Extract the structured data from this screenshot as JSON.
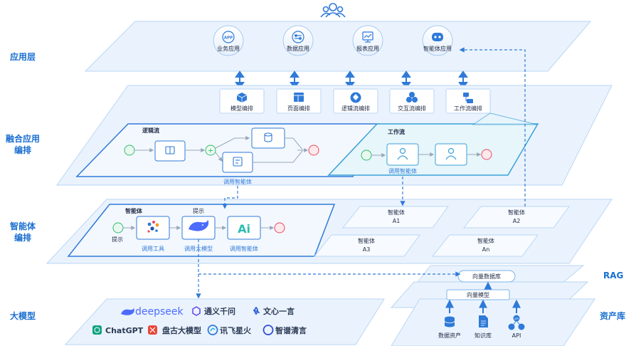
{
  "layers": {
    "app": "应用层",
    "fusion_line1": "融合应用",
    "fusion_line2": "编排",
    "agent_line1": "智能体",
    "agent_line2": "编排",
    "llm": "大模型",
    "rag": "RAG",
    "assets": "资产库"
  },
  "apps": [
    "业务应用",
    "数据应用",
    "报表应用",
    "智能体应用"
  ],
  "app_badge": "APP",
  "orchestration": [
    "模型编排",
    "页面编排",
    "逻辑流编排",
    "交互流编排",
    "工作流编排"
  ],
  "logic_flow": {
    "title": "逻辑流",
    "call_label": "调用智能体"
  },
  "work_flow": {
    "title": "工作流",
    "call_label": "调用智能体"
  },
  "agent_panel": {
    "title": "智能体",
    "prompt_top": "提示",
    "prompt_left": "提示",
    "steps": [
      "调用工具",
      "调用大模型",
      "调用智能体"
    ]
  },
  "agents": [
    {
      "name": "智能体",
      "id": "A1"
    },
    {
      "name": "智能体",
      "id": "A2"
    },
    {
      "name": "智能体",
      "id": "A3"
    },
    {
      "name": "智能体",
      "id": "An"
    }
  ],
  "llms": [
    "deepseek",
    "通义千问",
    "文心一言",
    "ChatGPT",
    "盘古大模型",
    "讯飞星火",
    "智谱清言"
  ],
  "rag": {
    "vector_db": "向量数据库",
    "vector_model": "向量模型"
  },
  "assets": [
    "数据资产",
    "知识库",
    "API"
  ],
  "icon_badges": {
    "api": "API"
  },
  "colors": {
    "accent": "#1a6fd1",
    "plane_fill": "#eaf3fd",
    "plane_stroke": "#b9d6f5",
    "panel_fill": "#f3f8fe",
    "panel_stroke": "#2f7ad8",
    "end_node": "#e84a5f",
    "start_node": "#2ebd6b"
  },
  "icons": {
    "users": "users-icon",
    "app": "app-icon",
    "data_app": "data-app-icon",
    "report": "report-icon",
    "robot": "robot-icon",
    "cube": "cube-icon",
    "layout": "layout-icon",
    "flow": "flow-icon",
    "interaction": "interaction-icon",
    "workflow": "workflow-icon",
    "database": "database-icon",
    "document": "document-icon"
  }
}
